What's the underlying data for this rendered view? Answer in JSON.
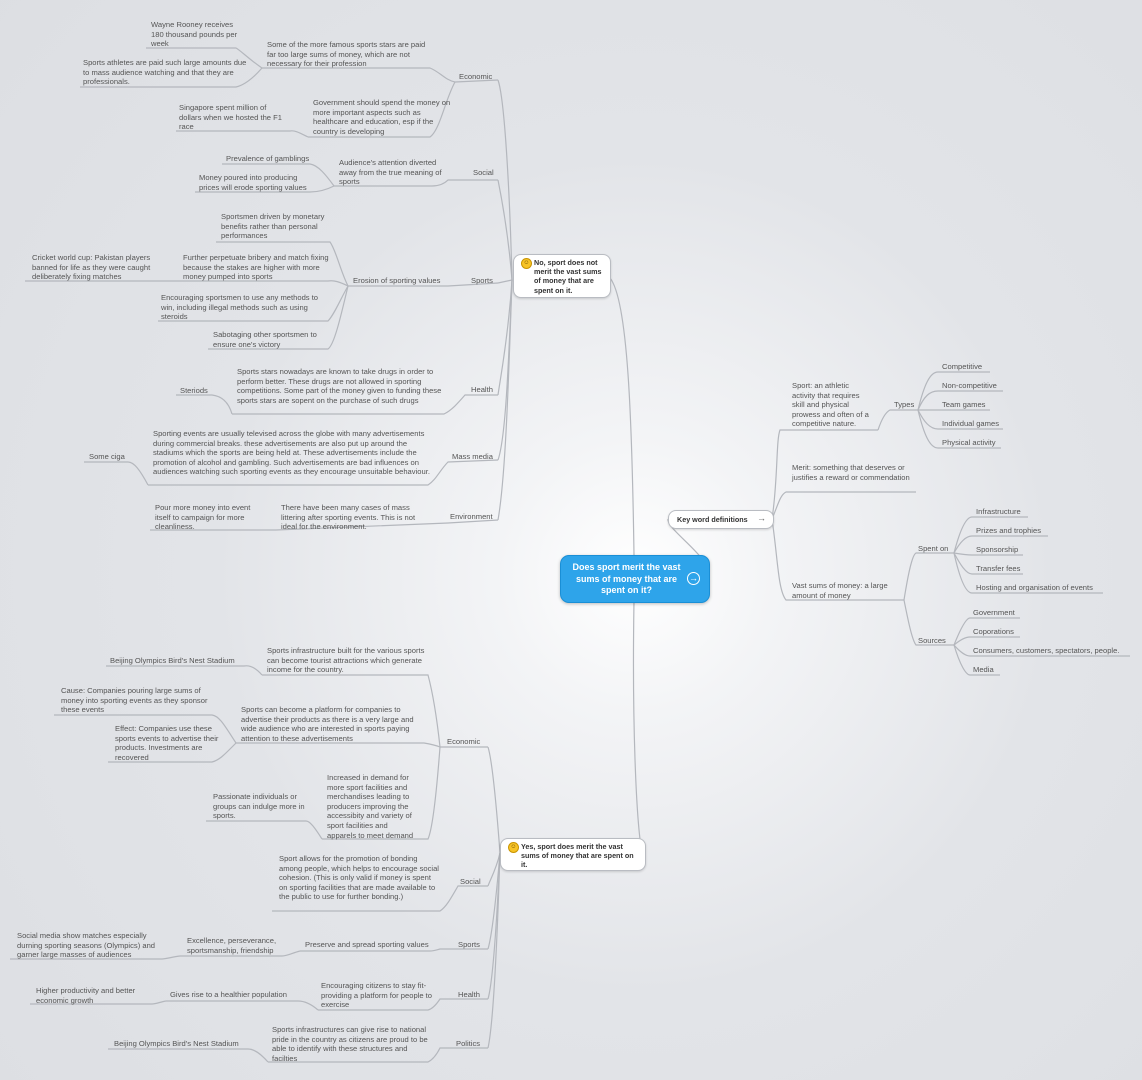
{
  "root": {
    "label": "Does sport merit the vast sums of money that are spent on it?",
    "arrow_icon": "→"
  },
  "no": {
    "label": "No, sport does not merit the vast sums of money that are spent on it.",
    "economic": {
      "label": "Economic",
      "stars": "Some of the more famous sports stars are paid far too large sums of money, which are not necessary for their profession",
      "rooney": "Wayne Rooney receives 180 thousand pounds per week",
      "athletes": "Sports athletes are paid such large amounts due to mass audience watching and that they are professionals.",
      "government": "Government should spend the money on more important aspects such as healthcare and education, esp if the country is developing",
      "singapore": "Singapore spent million of dollars when we hosted the F1 race"
    },
    "social": {
      "label": "Social",
      "attention": "Audience's attention diverted away from the true meaning of sports",
      "gambling": "Prevalence of gamblings",
      "money_values": "Money poured into producing prices will erode sporting values"
    },
    "sports": {
      "label": "Sports",
      "erosion": "Erosion of sporting values",
      "monetary": "Sportsmen driven by monetary benefits rather than personal performances",
      "bribery": "Further perpetuate bribery and match fixing because the stakes are higher with more money pumped into sports",
      "cricket": "Cricket world cup: Pakistan players banned for life as they were caught deliberately fixing matches",
      "encourage": "Encouraging sportsmen to use any methods to win, including illegal methods such as using steroids",
      "sabotage": "Sabotaging other sportsmen to ensure one's victory"
    },
    "health": {
      "label": "Health",
      "drugs": "Sports stars nowadays are known to take drugs in order to perform better. These drugs are not allowed in sporting competitions. Some part of the money given to funding these sports stars are sopent on the purchase of such drugs",
      "steroids": "Steriods"
    },
    "media": {
      "label": "Mass media",
      "events": "Sporting events are usually televised across the globe with many advertisements during commercial breaks. these advertisements are also put up around the stadiums which the sports are being held at. These advertisements include the promotion of alcohol and gambling. Such advertisements are bad influences on audiences watching such sporting events as they encourage unsuitable behaviour.",
      "cigs": "Some ciga"
    },
    "environment": {
      "label": "Environment",
      "littering": "There have been many cases of mass littering after sporting events. This is not ideal for the environment.",
      "pour": "Pour more money into event itself to campaign for more cleanliness."
    }
  },
  "yes": {
    "label": "Yes, sport does merit the vast sums of money that are spent on it.",
    "economic": {
      "label": "Economic",
      "infrastructure": "Sports infrastructure built for the various sports can become tourist attractions which generate income for the country.",
      "birds_nest": "Beijing Olympics Bird's Nest Stadium",
      "platform": "Sports can become a platform for companies to advertise their products as there is a very large and wide audience who are interested in sports paying attention to these advertisements",
      "cause": "Cause: Companies pouring large sums of money into sporting events as they sponsor these events",
      "effect": "Effect: Companies use these sports events to advertise their products. Investments are recovered",
      "demand": "Increased in demand for more sport facilities and merchandises leading to producers improving the accessibity and variety of sport facilities and apparels to meet demand",
      "passionate": "Passionate individuals or groups can indulge more in sports."
    },
    "social": {
      "label": "Social",
      "bonding": "Sport allows for the promotion of bonding among people, which helps to encourage social cohesion. (This is only valid if money is spent on sporting facilities that are made available to the public to use for further bonding.)"
    },
    "sports": {
      "label": "Sports",
      "preserve": "Preserve and spread sporting values",
      "excellence": "Excellence, perseverance, sportsmanship, friendship",
      "social_media": "Social media show matches especially durning sporting seasons (Olympics) and garner large masses of audiences"
    },
    "health": {
      "label": "Health",
      "encourage": "Encouraging citizens to stay fit-providing a platform for people to exercise",
      "healthier": "Gives rise to a healthier population",
      "productivity": "Higher productivity and better economic growth"
    },
    "politics": {
      "label": "Politics",
      "pride": "Sports infrastructures can give rise to national pride in the country as citizens are proud to be able to identify with these structures and facilties",
      "birds_nest": "Beijing Olympics Bird's Nest Stadium"
    }
  },
  "key": {
    "label": "Key word definitions",
    "arrow_icon": "→",
    "sport": "Sport: an athletic activity that requires skill and physical prowess and often of a competitive nature.",
    "types": "Types",
    "type_items": [
      "Competitive",
      "Non-competitive",
      "Team games",
      "Individual games",
      "Physical activity"
    ],
    "merit": "Merit: something that deserves or justifies a reward or commendation",
    "vast": "Vast sums of money: a large amount of money",
    "spent_on": "Spent on",
    "spent_items": [
      "Infrastructure",
      "Prizes and trophies",
      "Sponsorship",
      "Transfer fees",
      "Hosting and organisation of events"
    ],
    "sources": "Sources",
    "source_items": [
      "Government",
      "Coporations",
      "Consumers, customers, spectators, people.",
      "Media"
    ]
  },
  "colors": {
    "root": "#2ea4ea",
    "edge": "#b4b7bd",
    "text": "#555555"
  }
}
